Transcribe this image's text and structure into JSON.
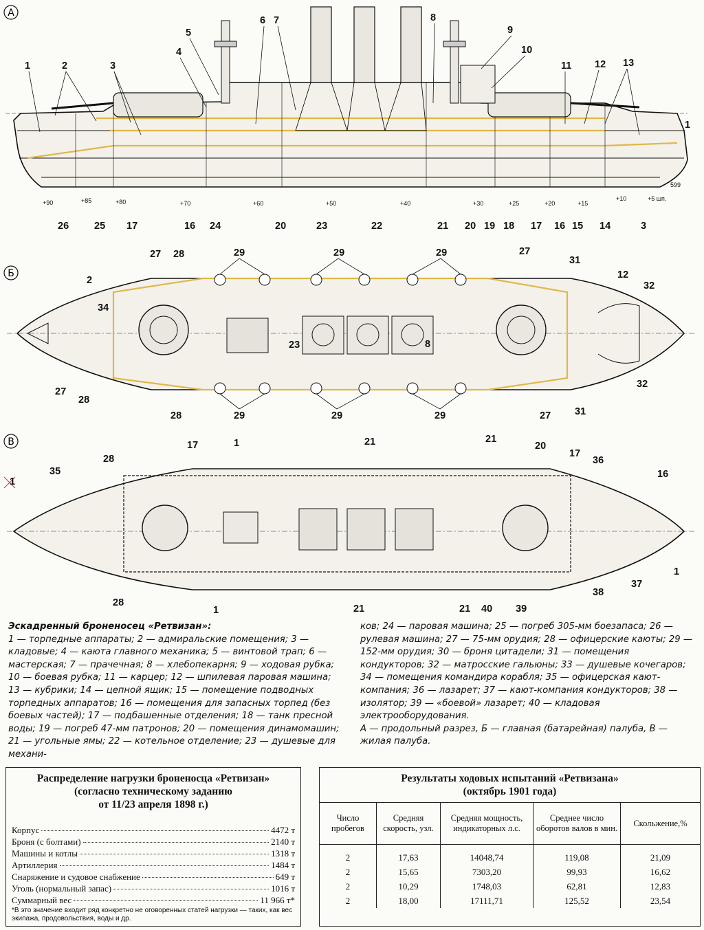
{
  "views": {
    "a": {
      "marker": "А",
      "callouts_top": [
        "1",
        "2",
        "3",
        "4",
        "5",
        "6",
        "7",
        "8",
        "9",
        "10",
        "11",
        "12",
        "13",
        "1"
      ],
      "callouts_bottom": [
        "26",
        "25",
        "17",
        "16",
        "24",
        "20",
        "23",
        "22",
        "21",
        "20",
        "19",
        "18",
        "17",
        "16",
        "15",
        "14",
        "3"
      ],
      "frames": [
        "+90",
        "+85",
        "+80",
        "+70",
        "+60",
        "+50",
        "+40",
        "+30",
        "+25",
        "+20",
        "+15",
        "+10",
        "+5 шп."
      ],
      "stamp": "599"
    },
    "b": {
      "marker": "Б",
      "callouts": [
        "2",
        "34",
        "27",
        "28",
        "29",
        "29",
        "29",
        "27",
        "31",
        "12",
        "32",
        "27",
        "28",
        "28",
        "29",
        "29",
        "29",
        "27",
        "31",
        "32",
        "23",
        "8"
      ]
    },
    "c": {
      "marker": "В",
      "callouts": [
        "1",
        "35",
        "28",
        "17",
        "1",
        "21",
        "21",
        "20",
        "17",
        "36",
        "16",
        "1",
        "28",
        "1",
        "21",
        "21",
        "40",
        "39",
        "38",
        "37"
      ]
    }
  },
  "caption": {
    "title": "Эскадренный броненосец «Ретвизан»:",
    "left_text": "1 — торпедные аппараты; 2 — адмиральские помещения; 3 — кладовые; 4 — каюта главного механика; 5 — винтовой трап; 6 — мастерская; 7 — прачечная; 8 — хлебопекарня; 9 — ходовая рубка; 10 — боевая рубка; 11 — карцер; 12 — шпилевая паровая машина; 13 — кубрики; 14 — цепной ящик; 15 — помещение подводных торпедных аппаратов; 16 — помещения для запасных торпед (без боевых частей); 17 — подбашенные отделения; 18 — танк пресной воды; 19 — погреб 47-мм патронов; 20 — помещения динамомашин; 21 — угольные ямы; 22 — котельное отделение; 23 — душевые для механи-",
    "right_text": "ков; 24 — паровая машина; 25 — погреб 305-мм боезапаса; 26 — рулевая машина; 27 — 75-мм орудия; 28 — офицерские каюты; 29 — 152-мм орудия; 30 — броня цитадели; 31 — помещения кондукторов; 32 — матросские гальюны; 33 — душевые кочегаров; 34 — помещения командира корабля; 35 — офицерская кают-компания; 36 — лазарет; 37 — кают-компания кондукторов; 38 — изолятор; 39 — «боевой» лазарет; 40 — кладовая электрооборудования.",
    "views_legend": "А — продольный разрез, Б — главная (батарейная) палуба, В — жилая палуба."
  },
  "load_table": {
    "title_lines": [
      "Распределение нагрузки броненосца «Ретвизан»",
      "(согласно техническому заданию",
      "от 11/23 апреля 1898 г.)"
    ],
    "rows": [
      {
        "label": "Корпус",
        "value": "4472 т"
      },
      {
        "label": "Броня (с болтами)",
        "value": "2140 т"
      },
      {
        "label": "Машины и котлы",
        "value": "1318 т"
      },
      {
        "label": "Артиллерия",
        "value": "1484 т"
      },
      {
        "label": "Снаряжение и судовое снабжение",
        "value": "649 т"
      },
      {
        "label": "Уголь (нормальный запас)",
        "value": "1016 т"
      },
      {
        "label": "Суммарный вес",
        "value": "11 966 т*"
      }
    ],
    "note": "*В это значение входит ряд конкретно не оговоренных статей нагрузки — таких, как вес экипажа, продовольствия, воды и др."
  },
  "trial_table": {
    "title_lines": [
      "Результаты ходовых испытаний «Ретвизана»",
      "(октябрь 1901 года)"
    ],
    "headers": [
      "Число пробегов",
      "Средняя скорость, узл.",
      "Средняя мощность, индикаторных л.с.",
      "Среднее число оборотов валов в мин.",
      "Скольжение,%"
    ],
    "rows": [
      [
        "2",
        "17,63",
        "14048,74",
        "119,08",
        "21,09"
      ],
      [
        "2",
        "15,65",
        "7303,20",
        "99,93",
        "16,62"
      ],
      [
        "2",
        "10,29",
        "1748,03",
        "62,81",
        "12,83"
      ],
      [
        "2",
        "18,00",
        "17111,71",
        "125,52",
        "23,54"
      ]
    ]
  },
  "colors": {
    "ink": "#1a1a1a",
    "citadel_armor": "#e0b84a",
    "paper": "#fbfbf8"
  }
}
